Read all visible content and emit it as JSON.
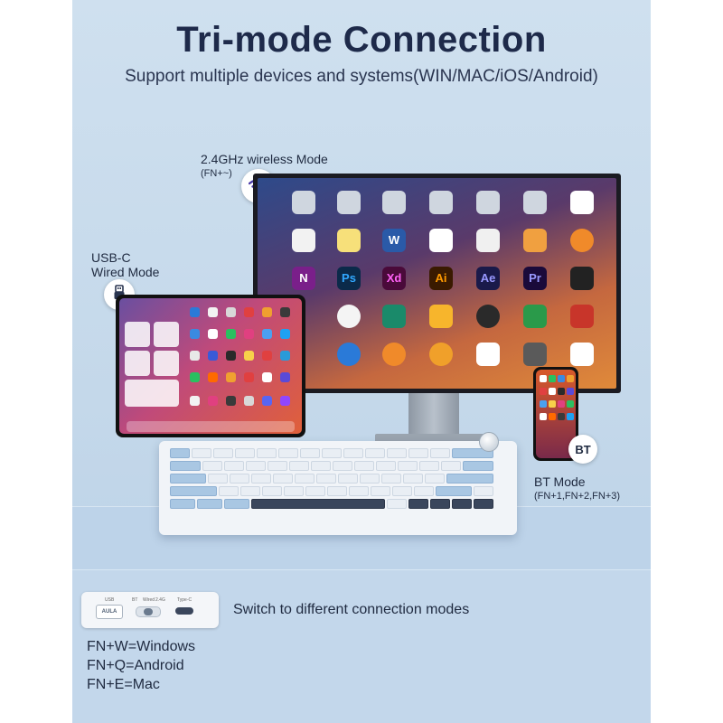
{
  "header": {
    "title": "Tri-mode Connection",
    "subtitle": "Support multiple devices and systems(WIN/MAC/iOS/Android)"
  },
  "modes": {
    "wireless": {
      "label": "2.4GHz wireless Mode",
      "hint": "(FN+~)",
      "icon": "wifi-icon"
    },
    "wired": {
      "label_line1": "USB-C",
      "label_line2": "Wired Mode",
      "icon": "usb-icon"
    },
    "bluetooth": {
      "label": "BT Mode",
      "hint": "(FN+1,FN+2,FN+3)",
      "badge": "BT"
    }
  },
  "monitor_apps": [
    {
      "glyph": "Ps",
      "color": "#0b2a4a"
    },
    {
      "glyph": "Xd",
      "color": "#4a0a3a"
    },
    {
      "glyph": "Ai",
      "color": "#3a1a00"
    },
    {
      "glyph": "Ae",
      "color": "#1a1a4a"
    },
    {
      "glyph": "Pr",
      "color": "#1a0a3a"
    },
    {
      "glyph": "N",
      "color": "#7a1f8a"
    },
    {
      "glyph": "W",
      "color": "#2a5aa8"
    }
  ],
  "switch_panel": {
    "usb_label": "USB",
    "brand": "AULA",
    "bt_label": "BT",
    "wired_label": "Wired",
    "g24_label": "2.4G",
    "typec_label": "Type-C",
    "caption": "Switch to different connection modes"
  },
  "shortcuts": [
    "FN+W=Windows",
    "FN+Q=Android",
    "FN+E=Mac"
  ],
  "colors": {
    "accent": "#1e2a4a",
    "wifi": "#4a3aa8",
    "key_blue": "#a9c7e3",
    "key_dark": "#3a465c"
  }
}
